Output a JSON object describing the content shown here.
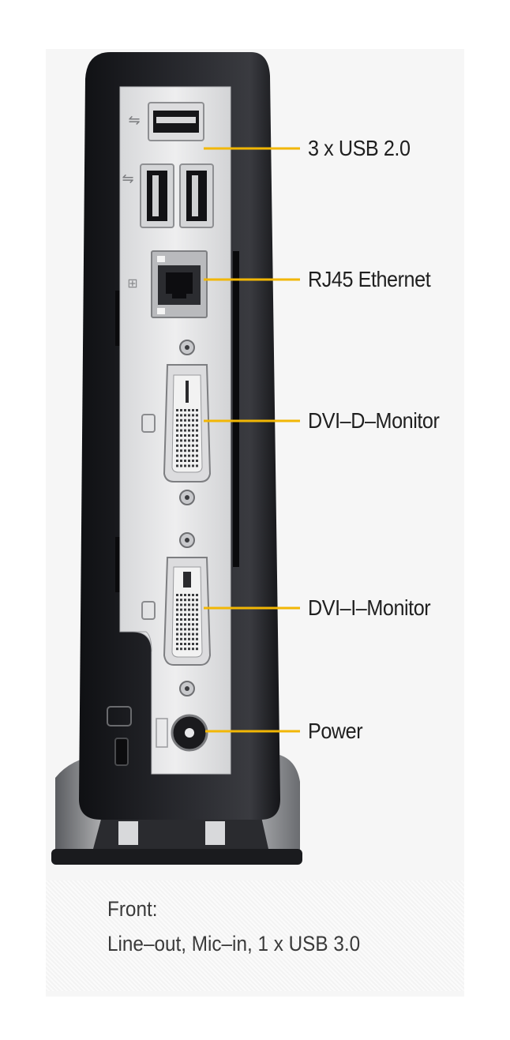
{
  "callouts": [
    {
      "id": "usb",
      "label": "3 x USB 2.0"
    },
    {
      "id": "ethernet",
      "label": "RJ45 Ethernet"
    },
    {
      "id": "dvi-d",
      "label": "DVI–D–Monitor"
    },
    {
      "id": "dvi-i",
      "label": "DVI–I–Monitor"
    },
    {
      "id": "power",
      "label": "Power"
    }
  ],
  "caption": {
    "title": "Front:",
    "detail": "Line–out, Mic–in, 1 x USB 3.0"
  },
  "colors": {
    "leader_line": "#f2b705",
    "chassis": "#1c1d21",
    "panel": "#e4e5e7",
    "stand": "#9a9ca0"
  }
}
